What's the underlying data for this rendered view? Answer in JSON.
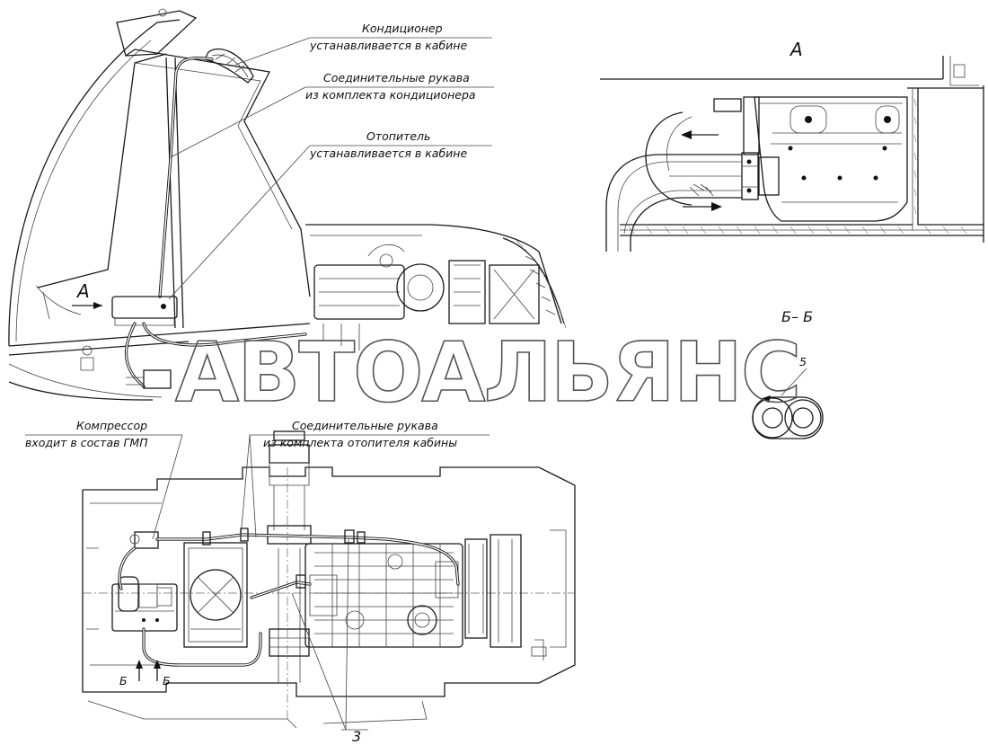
{
  "labels": {
    "conditioner_line1": "Кондиционер",
    "conditioner_line2": "устанавливается в кабине",
    "hoses_cond_line1": "Соединительные рукава",
    "hoses_cond_line2": "из комплекта кондиционера",
    "heater_line1": "Отопитель",
    "heater_line2": "устанавливается в кабине",
    "compressor_line1": "Компрессор",
    "compressor_line2": "входит в состав ГМП",
    "hoses_heat_line1": "Соединительные рукава",
    "hoses_heat_line2": "из комплекта отопителя кабины"
  },
  "views": {
    "view_a_title": "А",
    "view_a_arrow": "А",
    "section_bb_title": "Б– Б",
    "section_mark_left": "Б",
    "section_mark_right": "Б"
  },
  "callouts": {
    "item_5": "5",
    "item_3": "3"
  },
  "watermark": "АВТОАЛЬЯНС"
}
